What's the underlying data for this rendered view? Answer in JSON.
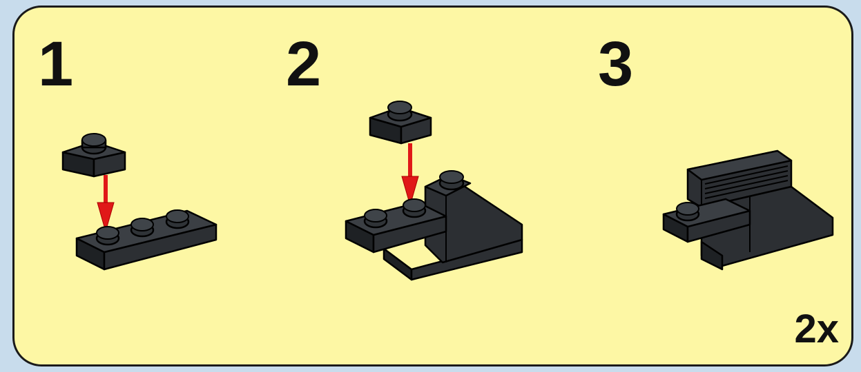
{
  "steps": [
    {
      "number": "1"
    },
    {
      "number": "2"
    },
    {
      "number": "3"
    }
  ],
  "multiplier": "2x",
  "colors": {
    "panel_background": "#fdf7a4",
    "brick": "#2c2f33",
    "arrow": "#e01818",
    "page_background": "#c8dcec"
  }
}
